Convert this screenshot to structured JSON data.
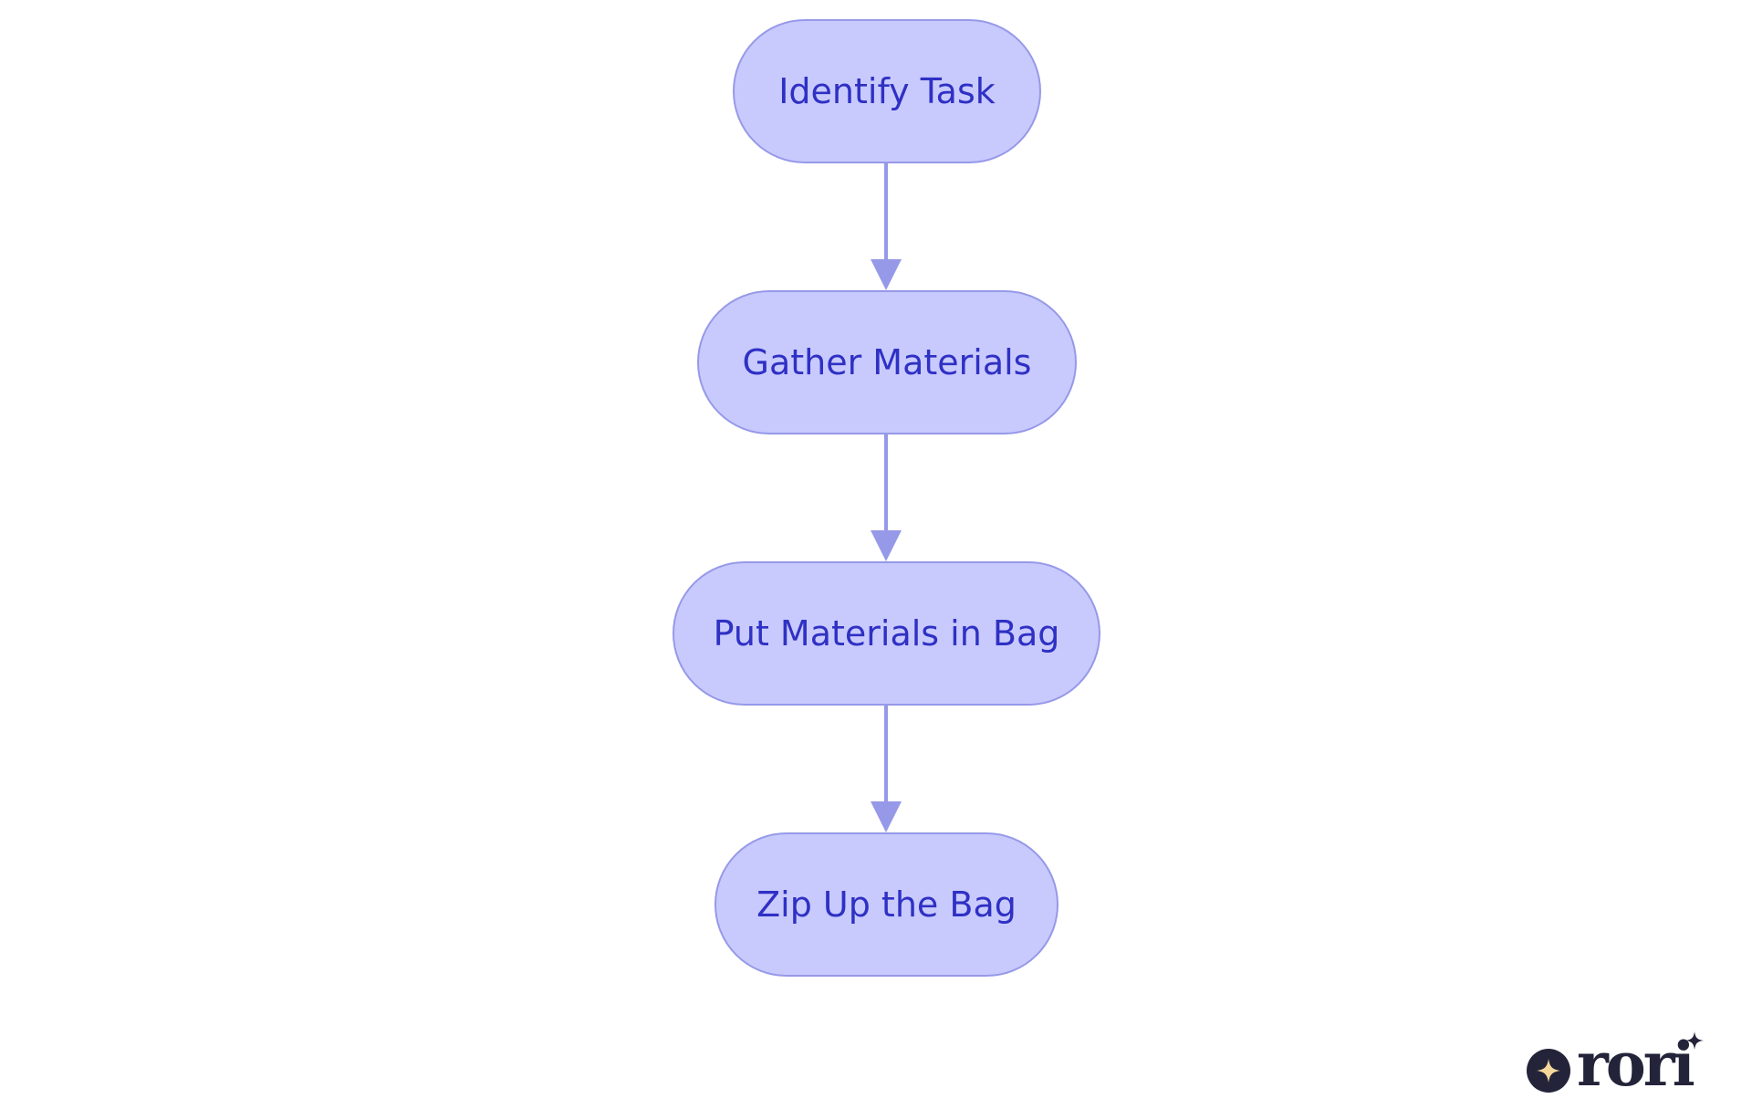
{
  "flowchart": {
    "nodes": [
      {
        "id": "identify-task",
        "label": "Identify Task"
      },
      {
        "id": "gather-materials",
        "label": "Gather Materials"
      },
      {
        "id": "put-materials-in-bag",
        "label": "Put Materials in Bag"
      },
      {
        "id": "zip-up-bag",
        "label": "Zip Up the Bag"
      }
    ],
    "edges": [
      {
        "from": "identify-task",
        "to": "gather-materials"
      },
      {
        "from": "gather-materials",
        "to": "put-materials-in-bag"
      },
      {
        "from": "put-materials-in-bag",
        "to": "zip-up-bag"
      }
    ]
  },
  "colors": {
    "node_fill": "#c8cafd",
    "node_border": "#9699e8",
    "node_text": "#2f30c4",
    "edge": "#9699e8",
    "logo": "#23233a",
    "logo_star": "#f5d89a"
  },
  "logo": {
    "text": "rori",
    "icon": "sparkle-icon"
  }
}
